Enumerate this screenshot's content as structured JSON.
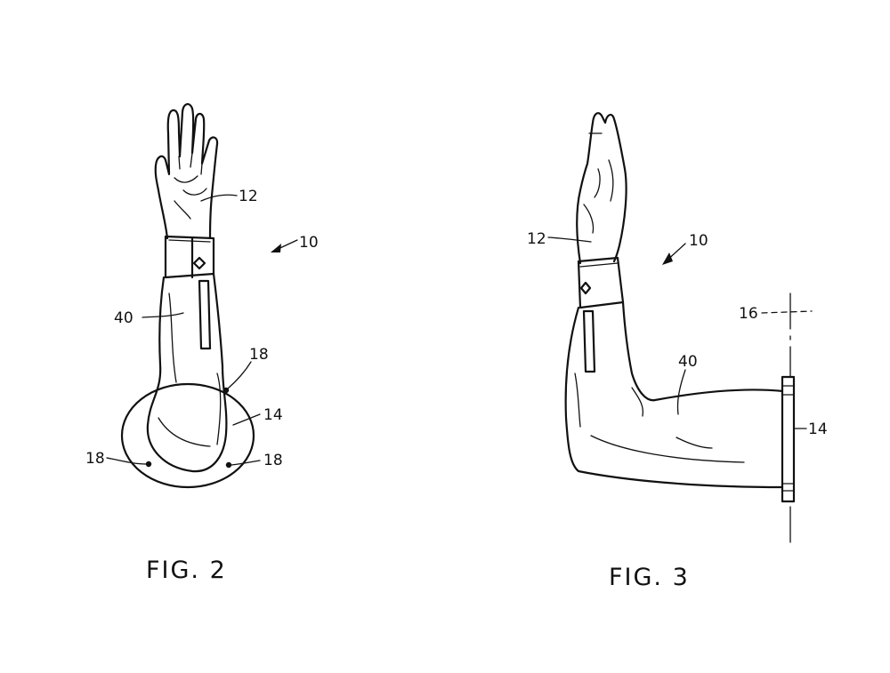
{
  "figures": {
    "fig2": {
      "caption": "FIG. 2",
      "labels": {
        "hand": "12",
        "assembly": "10",
        "sleeve": "40",
        "pin_top": "18",
        "base": "14",
        "pin_left": "18",
        "pin_right": "18"
      }
    },
    "fig3": {
      "caption": "FIG. 3",
      "labels": {
        "hand": "12",
        "assembly": "10",
        "wall": "16",
        "sleeve": "40",
        "base": "14"
      }
    }
  }
}
